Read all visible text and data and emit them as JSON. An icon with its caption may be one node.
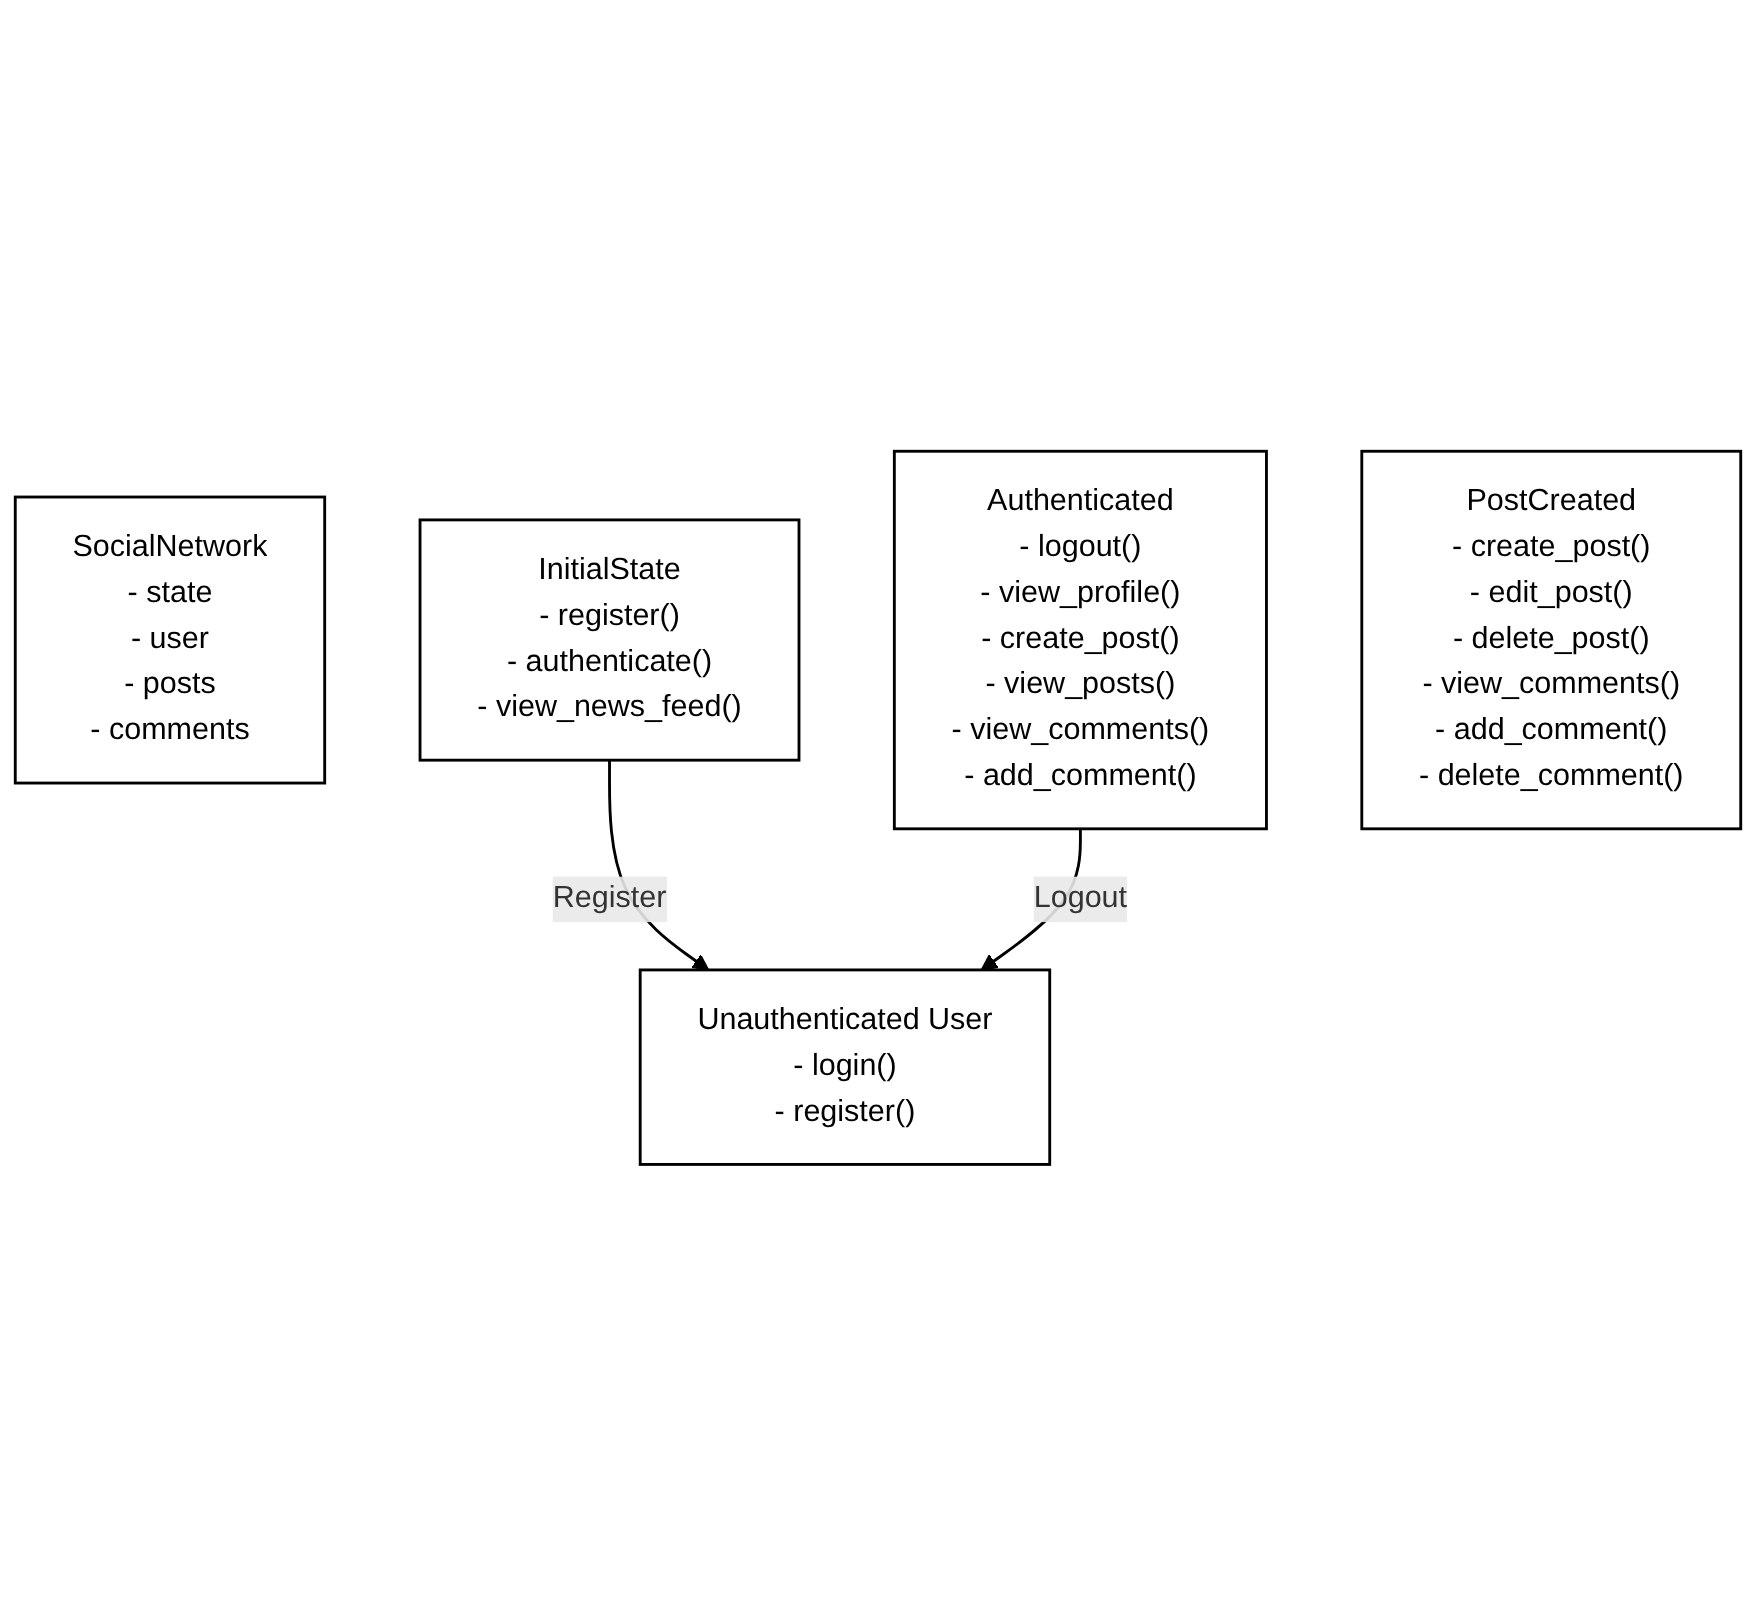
{
  "diagram": {
    "nodes": [
      {
        "text": [
          "SocialNetwork",
          "- state",
          "- user",
          "- posts",
          "- comments"
        ]
      },
      {
        "text": [
          "InitialState",
          "- register()",
          "- authenticate()",
          "- view_news_feed()"
        ]
      },
      {
        "text": [
          "Authenticated",
          "- logout()",
          "- view_profile()",
          "- create_post()",
          "- view_posts()",
          "- view_comments()",
          "- add_comment()"
        ]
      },
      {
        "text": [
          "PostCreated",
          "- create_post()",
          "- edit_post()",
          "- delete_post()",
          "- view_comments()",
          "- add_comment()",
          "- delete_comment()"
        ]
      },
      {
        "text": [
          "Unauthenticated User",
          "- login()",
          "- register()"
        ]
      }
    ],
    "edges": [
      {
        "from": 1,
        "to": 4,
        "arrow": "to",
        "label": "Register"
      },
      {
        "from": 2,
        "to": 4,
        "arrow": "to",
        "label": "Logout"
      }
    ]
  }
}
